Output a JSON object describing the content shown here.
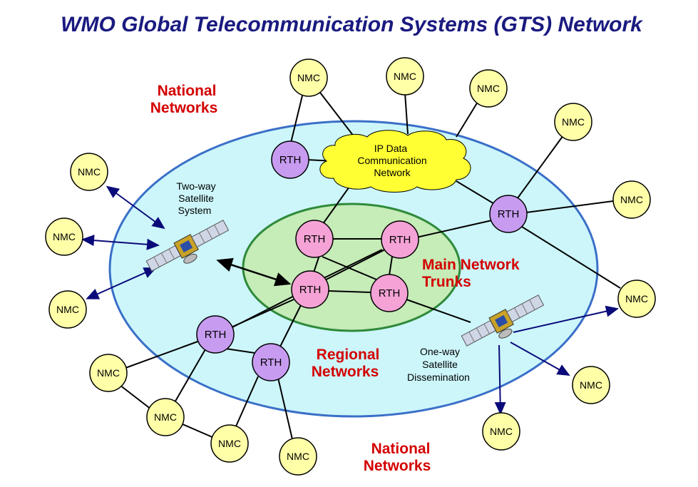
{
  "title": "WMO Global Telecommunication Systems (GTS) Network",
  "labels": {
    "national_top": [
      "National",
      "Networks"
    ],
    "national_bottom": [
      "National",
      "Networks"
    ],
    "regional": [
      "Regional",
      "Networks"
    ],
    "main_trunks": [
      "Main Network",
      "Trunks"
    ],
    "two_way": [
      "Two-way",
      "Satellite",
      "System"
    ],
    "one_way": [
      "One-way",
      "Satellite",
      "Dissemination"
    ],
    "cloud": [
      "IP Data",
      "Communication",
      "Network"
    ]
  },
  "node_labels": {
    "nmc": "NMC",
    "rth": "RTH"
  },
  "colors": {
    "title": "#1a1a80",
    "region_text": "#d40000",
    "outer_ellipse": "#ccf6fa",
    "inner_ellipse": "#c6ecb8",
    "nmc": "#ffffa8",
    "rth_regional": "#c79cf0",
    "rth_main": "#f5a3d6",
    "satellite_arrows": "#0a0a7a"
  }
}
